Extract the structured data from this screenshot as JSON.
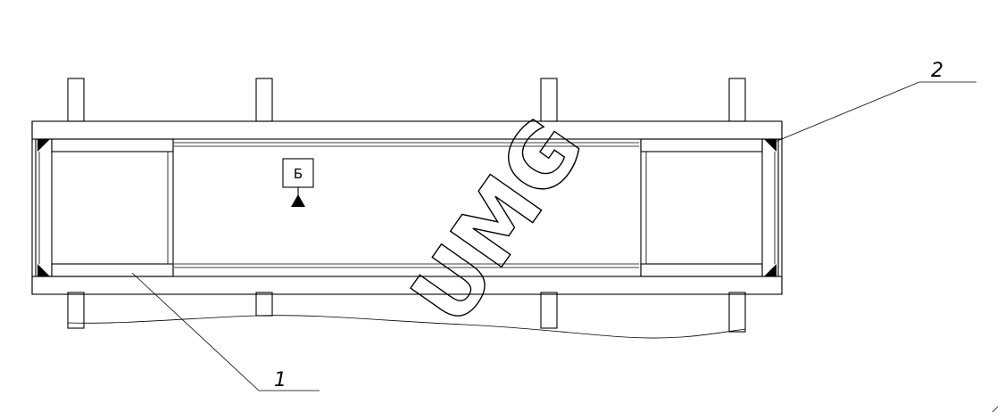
{
  "callouts": [
    {
      "id": "1",
      "text": "1"
    },
    {
      "id": "2",
      "text": "2"
    }
  ],
  "section_marker": {
    "text": "Б"
  },
  "watermark": {
    "text": "UMG"
  }
}
